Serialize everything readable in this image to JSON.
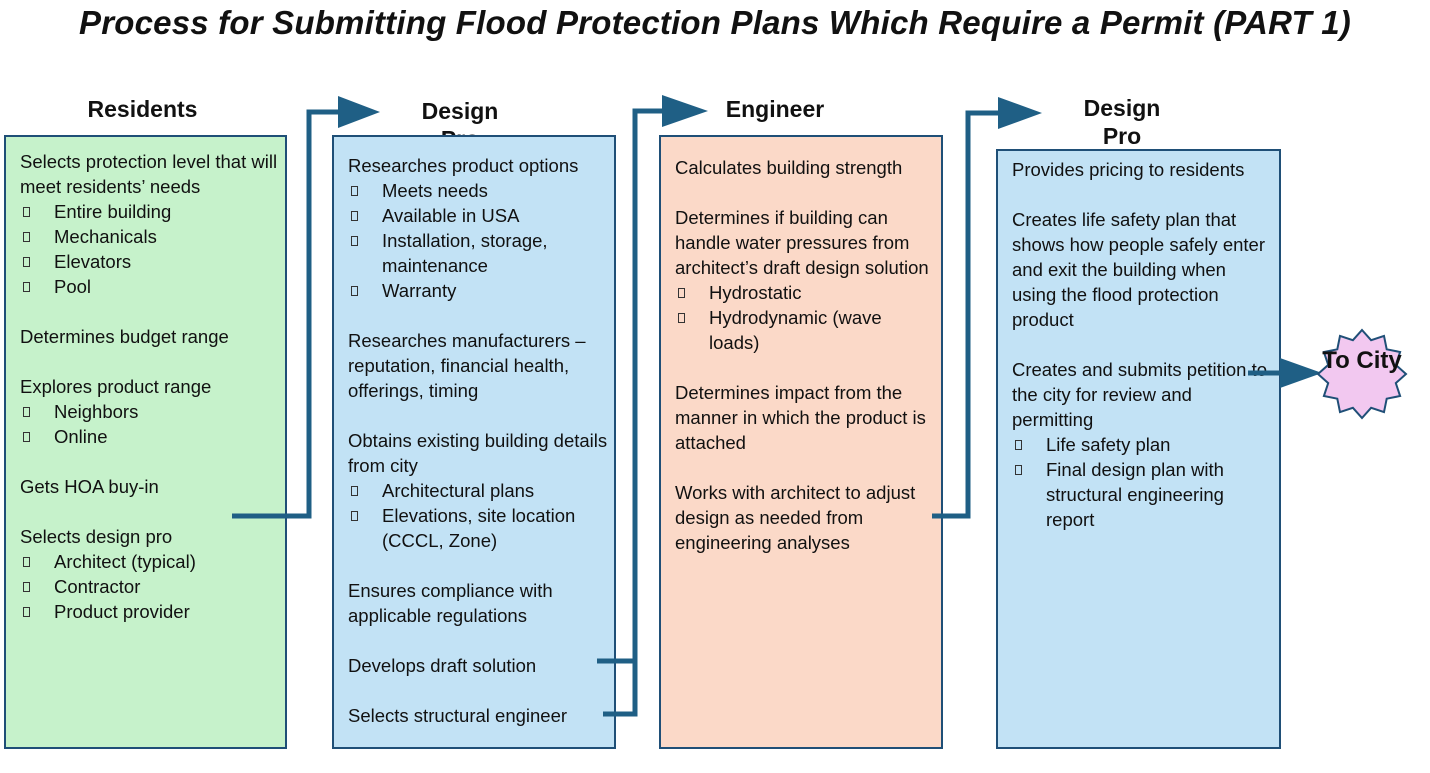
{
  "title": "Process for Submitting Flood Protection Plans Which Require a Permit (PART 1)",
  "columns": [
    {
      "heading": "Residents",
      "entries": [
        {
          "text": "Selects protection level that will meet residents’ needs",
          "bullets": [
            "Entire building",
            "Mechanicals",
            "Elevators",
            "Pool"
          ]
        },
        {
          "text": "Determines budget range",
          "bullets": []
        },
        {
          "text": "Explores product range",
          "bullets": [
            "Neighbors",
            "Online"
          ]
        },
        {
          "text": "Gets HOA buy-in",
          "bullets": []
        },
        {
          "text": "Selects design pro",
          "bullets": [
            "Architect (typical)",
            "Contractor",
            "Product provider"
          ]
        }
      ]
    },
    {
      "heading": "Design Pro",
      "entries": [
        {
          "text": "Researches product options",
          "bullets": [
            "Meets needs",
            "Available in USA",
            "Installation, storage, maintenance",
            "Warranty"
          ]
        },
        {
          "text": "Researches manufacturers – reputation, financial health, offerings, timing",
          "bullets": []
        },
        {
          "text": "Obtains existing building details from city",
          "bullets": [
            "Architectural plans",
            "Elevations, site location (CCCL, Zone)"
          ]
        },
        {
          "text": "Ensures compliance with applicable regulations",
          "bullets": []
        },
        {
          "text": "Develops draft solution",
          "bullets": []
        },
        {
          "text": "Selects structural engineer",
          "bullets": []
        }
      ]
    },
    {
      "heading": "Engineer",
      "entries": [
        {
          "text": "Calculates building strength",
          "bullets": []
        },
        {
          "text": "Determines if building can handle water pressures from architect’s draft design solution",
          "bullets": [
            "Hydrostatic",
            "Hydrodynamic (wave loads)"
          ]
        },
        {
          "text": "Determines impact from the manner in which the product is attached",
          "bullets": []
        },
        {
          "text": "Works with architect to adjust design as needed from engineering analyses",
          "bullets": []
        }
      ]
    },
    {
      "heading": "Design Pro",
      "entries": [
        {
          "text": "Provides pricing to residents",
          "bullets": []
        },
        {
          "text": "Creates life safety plan that shows how people safely enter and exit the building when using the  flood protection product",
          "bullets": []
        },
        {
          "text": "Creates and submits petition to the city for review and permitting",
          "bullets": [
            "Life safety plan",
            "Final design plan with structural engineering report"
          ]
        }
      ]
    }
  ],
  "destination": {
    "label": "To City"
  },
  "colors": {
    "residents_fill": "#c6f2cb",
    "design_pro_fill": "#c2e2f5",
    "engineer_fill": "#fbd9c8",
    "city_fill": "#f2c8f0",
    "arrow": "#1f5f85",
    "border": "#1f4f77"
  }
}
